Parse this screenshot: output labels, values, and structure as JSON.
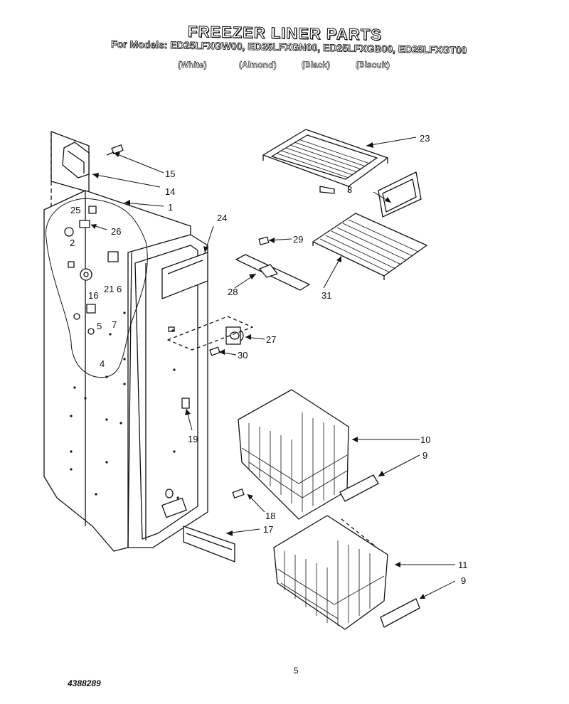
{
  "header": {
    "title": "FREEZER LINER PARTS",
    "models_prefix": "For Models:",
    "models": [
      {
        "model": "ED25LFXGW00,",
        "color": "(White)"
      },
      {
        "model": "ED25LFXGN00,",
        "color": "(Almond)"
      },
      {
        "model": "ED25LFXGB00,",
        "color": "(Black)"
      },
      {
        "model": "ED25LFXGT00",
        "color": "(Biscuit)"
      }
    ]
  },
  "callouts": {
    "c1": "1",
    "c2": "2",
    "c3": "3",
    "c4": "4",
    "c5": "5",
    "c6": "6",
    "c7": "7",
    "c9a": "9",
    "c9b": "9",
    "c10": "10",
    "c11": "11",
    "c14": "14",
    "c15": "15",
    "c16": "16",
    "c17": "17",
    "c18": "18",
    "c19": "19",
    "c21": "21",
    "c23": "23",
    "c24": "24",
    "c25": "25",
    "c26": "26",
    "c27": "27",
    "c28": "28",
    "c29": "29",
    "c30": "30",
    "c31": "31"
  },
  "footer": {
    "page_number": "5",
    "document_number": "4388289"
  }
}
